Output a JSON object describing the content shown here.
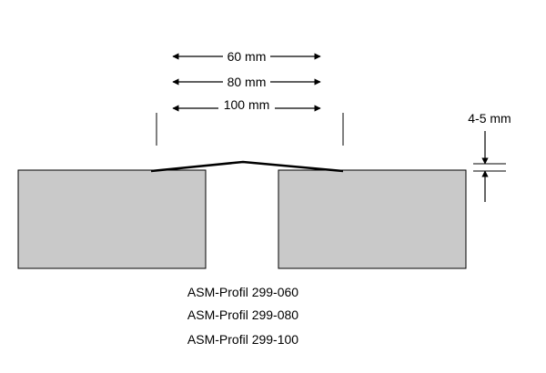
{
  "dimensions": {
    "width_60": "60 mm",
    "width_80": "80 mm",
    "width_100": "100 mm",
    "height": "4-5 mm"
  },
  "profiles": [
    "ASM-Profil 299-060",
    "ASM-Profil 299-080",
    "ASM-Profil 299-100"
  ],
  "colors": {
    "block_fill": "#c9c9c9",
    "line": "#000000",
    "background": "#ffffff"
  }
}
